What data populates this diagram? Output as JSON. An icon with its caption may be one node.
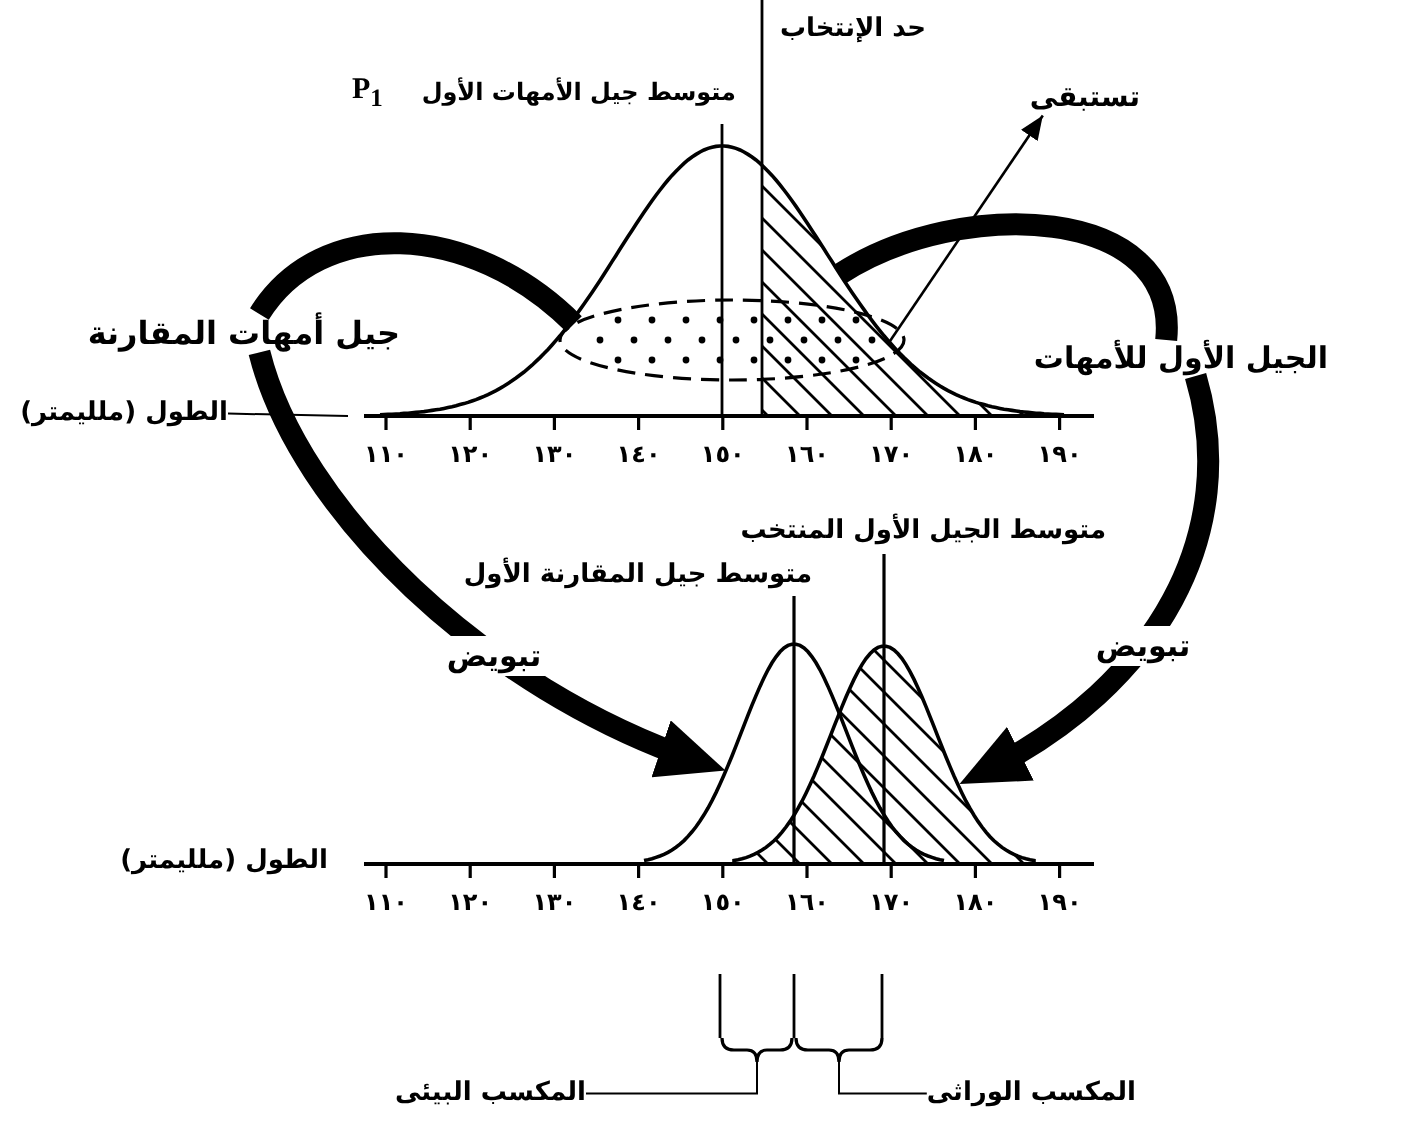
{
  "diagram": {
    "nodes": [
      {
        "text": [
          "تستبقى"
        ]
      },
      {
        "text": [],
        "shape": "ellipse"
      },
      {
        "text": [],
        "shape": "area"
      },
      {
        "text": [
          "جيل أمهات المقارنة"
        ]
      },
      {
        "text": [
          "الجيل الأول للأمهات"
        ]
      },
      {
        "text": [
          "الطول (ملليمتر)"
        ]
      },
      {
        "text": [],
        "shape": "curve"
      },
      {
        "text": [],
        "shape": "curve"
      },
      {
        "text": [],
        "shape": "brace"
      },
      {
        "text": [],
        "shape": "brace"
      },
      {
        "text": [
          "المكسب البيئى"
        ]
      },
      {
        "text": [
          "المكسب الوراثى"
        ]
      }
    ],
    "edges": [
      {
        "from": 2,
        "to": 0,
        "arrow": "to"
      },
      {
        "from": 1,
        "to": 3,
        "arrow": "none",
        "style": "thick"
      },
      {
        "from": 3,
        "to": 6,
        "arrow": "to",
        "label": "تبويض",
        "style": "thick"
      },
      {
        "from": 2,
        "to": 4,
        "arrow": "none",
        "style": "thick"
      },
      {
        "from": 4,
        "to": 7,
        "arrow": "to",
        "label": "تبويض",
        "style": "thick"
      },
      {
        "from": 5,
        "to": null,
        "arrow": "none"
      },
      {
        "from": 10,
        "to": 8,
        "arrow": "none"
      },
      {
        "from": 11,
        "to": 9,
        "arrow": "none"
      }
    ],
    "labels": [
      "حد الإنتخاب",
      "P$_{1}$",
      "متوسط جيل الأمهات الأول",
      "١١٠",
      "١٢٠",
      "١٣٠",
      "١٤٠",
      "١٥٠",
      "١٦٠",
      "١٧٠",
      "١٨٠",
      "١٩٠",
      "متوسط الجيل الأول المنتخب",
      "متوسط جيل المقارنة الأول",
      "الطول (ملليمتر)",
      "١١٠",
      "١٢٠",
      "١٣٠",
      "١٤٠",
      "١٥٠",
      "١٦٠",
      "١٧٠",
      "١٨٠",
      "١٩٠"
    ]
  }
}
